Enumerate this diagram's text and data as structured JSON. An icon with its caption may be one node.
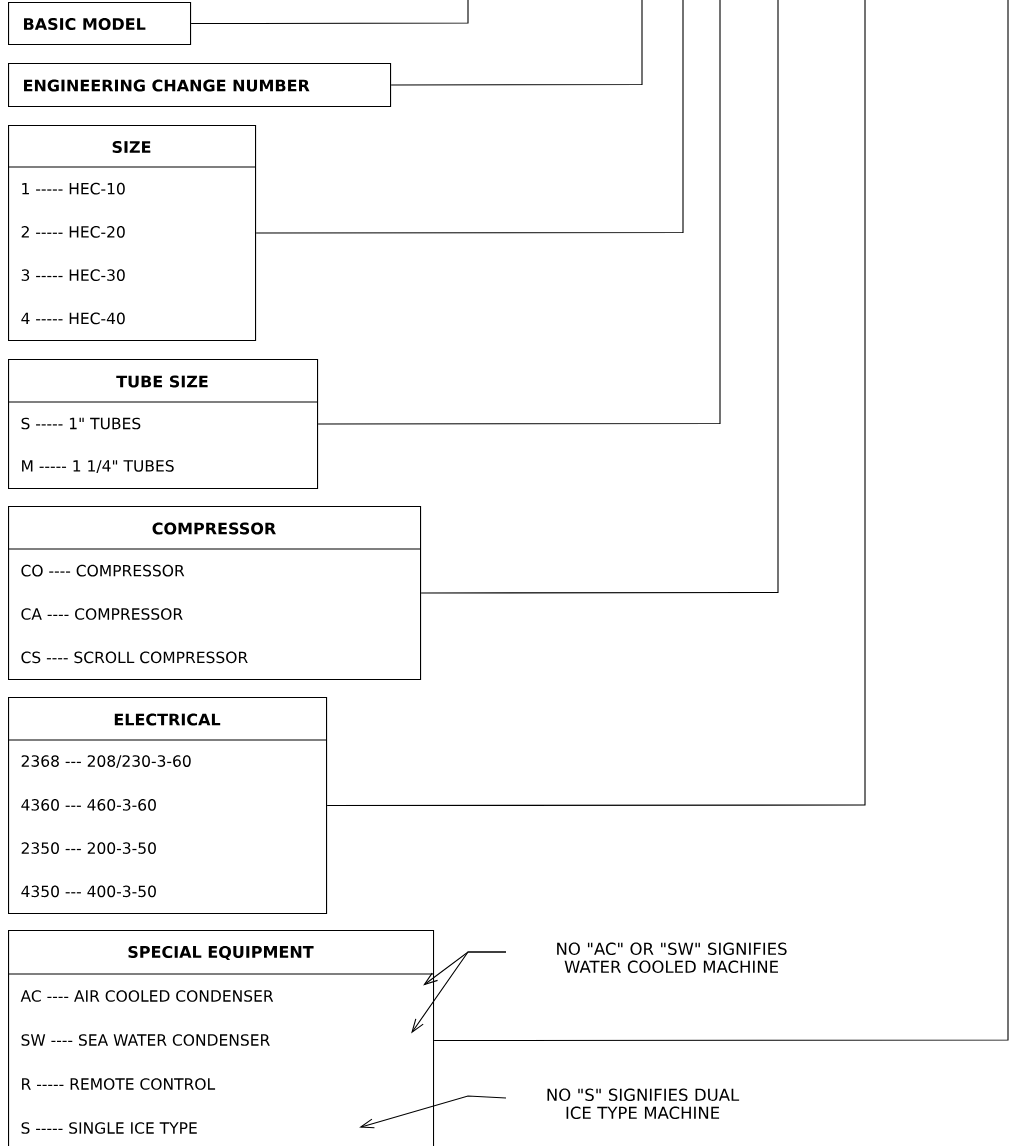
{
  "diagram": {
    "nodes": [
      {
        "text": [
          "BASIC MODEL"
        ]
      },
      {
        "text": [
          "ENGINEERING CHANGE NUMBER"
        ]
      },
      {
        "text": [
          "SIZE",
          "1 ----- HEC-10",
          "2 ----- HEC-20",
          "3 ----- HEC-30",
          "4 ----- HEC-40"
        ]
      },
      {
        "text": [
          "TUBE SIZE",
          "S ----- 1\" TUBES",
          "M ----- 1 1/4\" TUBES"
        ]
      },
      {
        "text": [
          "COMPRESSOR",
          "CO ---- COMPRESSOR",
          "CA ---- COMPRESSOR",
          "CS ---- SCROLL COMPRESSOR"
        ]
      },
      {
        "text": [
          "ELECTRICAL",
          "2368 --- 208/230-3-60",
          "4360 --- 460-3-60",
          "2350 --- 200-3-50",
          "4350 --- 400-3-50"
        ]
      },
      {
        "text": [
          "SPECIAL EQUIPMENT",
          "AC ---- AIR COOLED CONDENSER",
          "SW ---- SEA WATER CONDENSER",
          "R ----- REMOTE CONTROL",
          "S ----- SINGLE ICE TYPE"
        ]
      },
      {
        "text": [
          "NO \"AC\" OR \"SW\" SIGNIFIES WATER COOLED MACHINE"
        ]
      },
      {
        "text": [
          "NO \"S\" SIGNIFIES DUAL ICE TYPE MACHINE"
        ]
      }
    ],
    "edges": [
      {
        "from": 0,
        "to": null,
        "arrow": "none"
      },
      {
        "from": 1,
        "to": null,
        "arrow": "none"
      },
      {
        "from": 2,
        "to": null,
        "arrow": "none"
      },
      {
        "from": 3,
        "to": null,
        "arrow": "none"
      },
      {
        "from": 4,
        "to": null,
        "arrow": "none"
      },
      {
        "from": 5,
        "to": null,
        "arrow": "none"
      },
      {
        "from": 6,
        "to": null,
        "arrow": "none"
      },
      {
        "from": 7,
        "to": 6,
        "arrow": "to"
      },
      {
        "from": 7,
        "to": 6,
        "arrow": "to"
      },
      {
        "from": 8,
        "to": 6,
        "arrow": "to"
      }
    ]
  }
}
